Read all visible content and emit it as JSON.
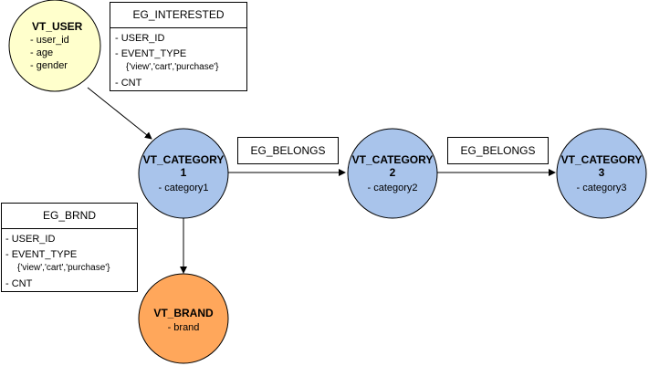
{
  "colors": {
    "user_fill": "#ffffcc",
    "category_fill": "#a9c4eb",
    "brand_fill": "#ffa75b",
    "stroke": "#000000",
    "box_fill": "#ffffff"
  },
  "nodes": {
    "user": {
      "title": "VT_USER",
      "attrs": [
        "- user_id",
        "- age",
        "- gender"
      ]
    },
    "category1": {
      "title_line1": "VT_CATEGORY",
      "title_line2": "1",
      "attr": "- category1"
    },
    "category2": {
      "title_line1": "VT_CATEGORY",
      "title_line2": "2",
      "attr": "- category2"
    },
    "category3": {
      "title_line1": "VT_CATEGORY",
      "title_line2": "3",
      "attr": "- category3"
    },
    "brand": {
      "title": "VT_BRAND",
      "attr": "- brand"
    }
  },
  "edges": {
    "interested": {
      "title": "EG_INTERESTED",
      "field1": "- USER_ID",
      "field2": "- EVENT_TYPE",
      "field2_values": "{'view','cart','purchase'}",
      "field3": "- CNT"
    },
    "brnd": {
      "title": "EG_BRND",
      "field1": "- USER_ID",
      "field2": "- EVENT_TYPE",
      "field2_values": "{'view','cart','purchase'}",
      "field3": "- CNT"
    },
    "belongs_1": {
      "label": "EG_BELONGS"
    },
    "belongs_2": {
      "label": "EG_BELONGS"
    }
  }
}
